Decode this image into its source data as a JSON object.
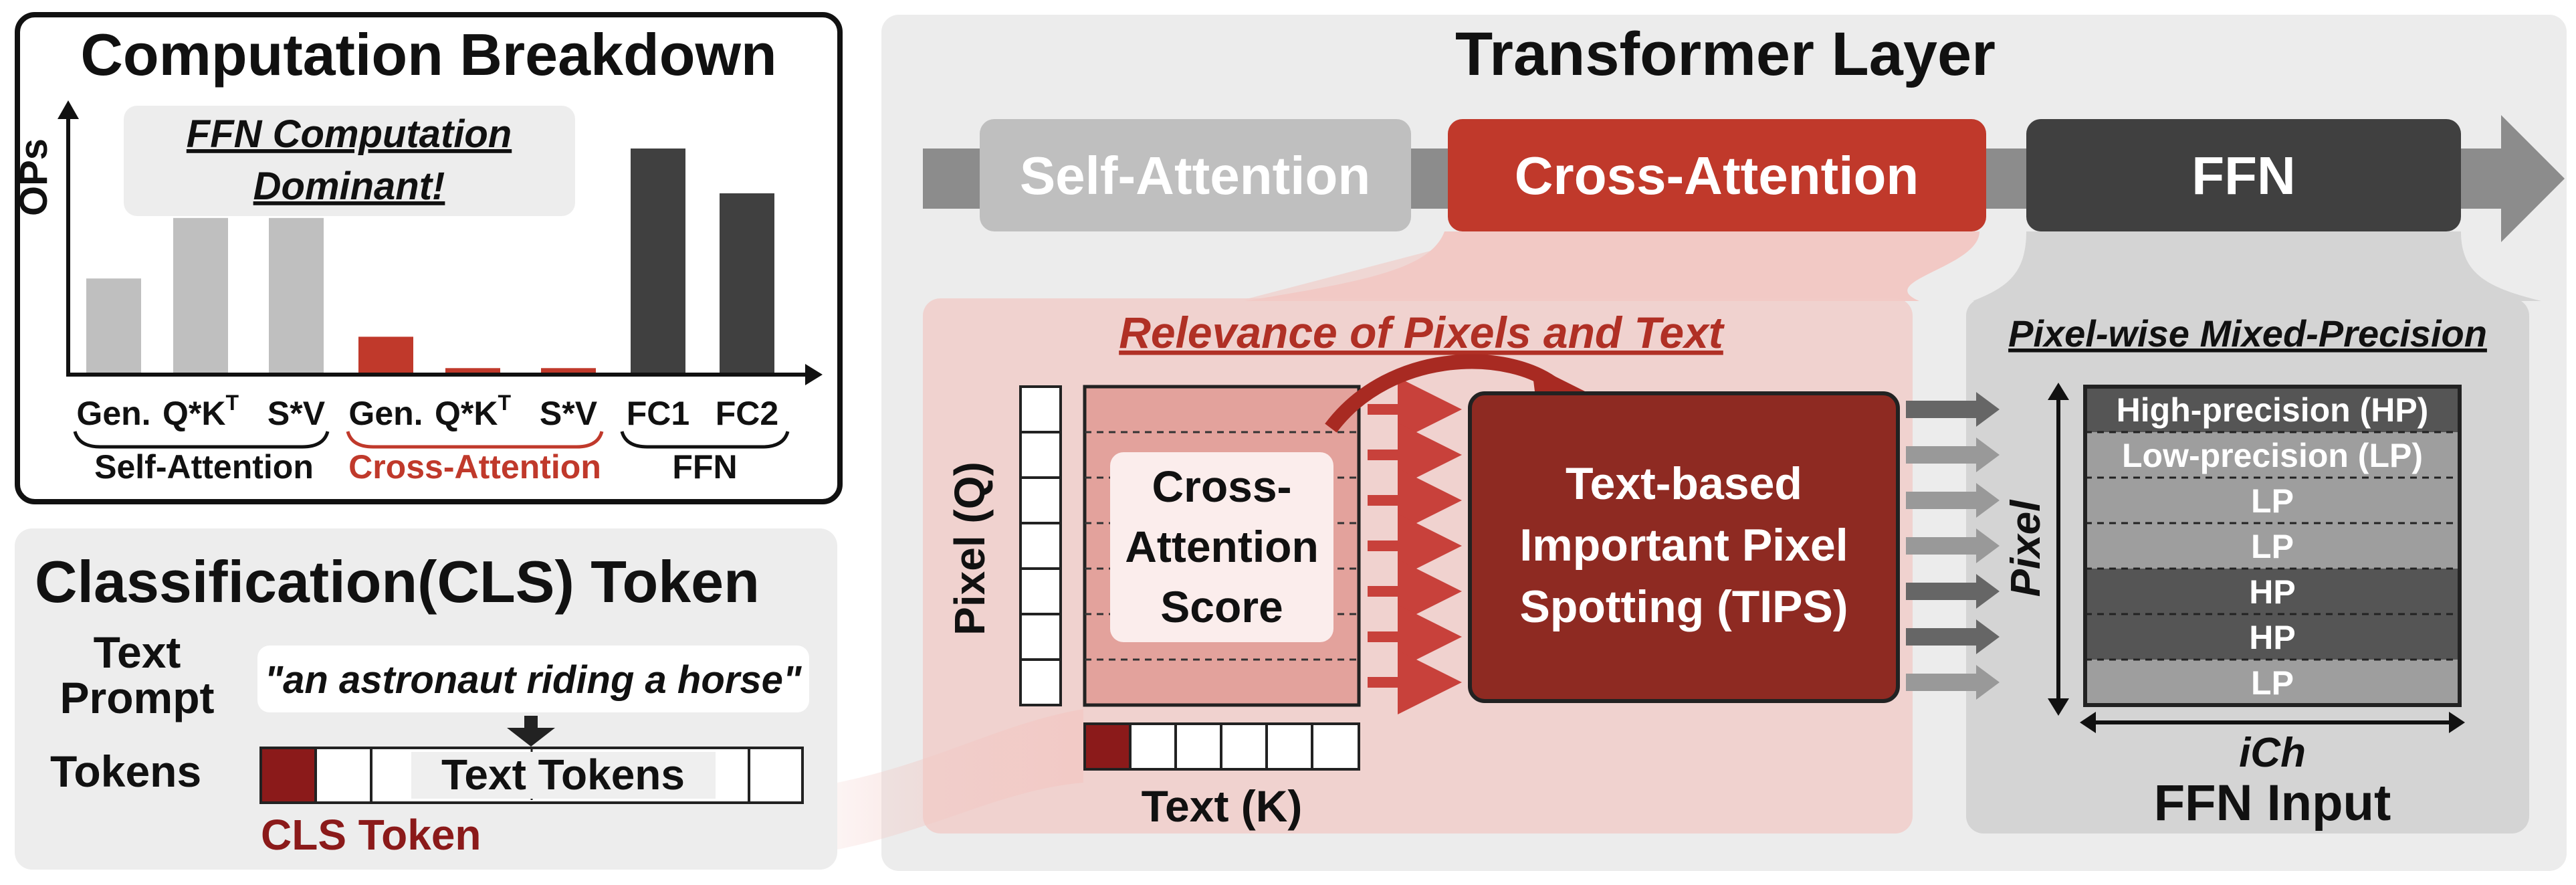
{
  "computation_breakdown": {
    "title": "Computation Breakdown",
    "y_axis_label": "OPs",
    "callout_line1": "FFN Computation",
    "callout_line2": "Dominant!",
    "groups": {
      "self_attention": "Self-Attention",
      "cross_attention": "Cross-Attention",
      "ffn": "FFN"
    },
    "bar_labels": {
      "sa_gen": "Gen.",
      "sa_qk": "Q*K",
      "sa_qk_sup": "T",
      "sa_sv": "S*V",
      "ca_gen": "Gen.",
      "ca_qk": "Q*K",
      "ca_qk_sup": "T",
      "ca_sv": "S*V",
      "fc1": "FC1",
      "fc2": "FC2"
    },
    "colors": {
      "self": "#BFBFBF",
      "cross": "#C0392B",
      "ffn": "#404040"
    }
  },
  "chart_data": {
    "type": "bar",
    "categories": [
      "Gen.",
      "Q*K^T",
      "S*V",
      "Gen.",
      "Q*K^T",
      "S*V",
      "FC1",
      "FC2"
    ],
    "values": [
      0.42,
      0.69,
      0.69,
      0.16,
      0.02,
      0.02,
      1.0,
      0.8
    ],
    "ylabel": "OPs",
    "grid": false
  },
  "cls_token": {
    "title": "Classification(CLS) Token",
    "text_prompt_line1": "Text",
    "text_prompt_line2": "Prompt",
    "prompt": "\"an astronaut riding a horse\"",
    "tokens_label": "Tokens",
    "text_tokens": "Text Tokens",
    "cls_label": "CLS Token"
  },
  "transformer": {
    "title": "Transformer Layer",
    "self_attention": "Self-Attention",
    "cross_attention": "Cross-Attention",
    "ffn": "FFN",
    "relevance_title": "Relevance of Pixels and Text",
    "pixel_q": "Pixel (Q)",
    "score_line1": "Cross-",
    "score_line2": "Attention",
    "score_line3": "Score",
    "text_k": "Text (K)",
    "tips_line1": "Text-based",
    "tips_line2": "Important Pixel",
    "tips_line3": "Spotting (TIPS)"
  },
  "mixed_precision": {
    "title": "Pixel-wise Mixed-Precision",
    "pixel_axis": "Pixel",
    "ich_axis": "iCh",
    "ffn_input": "FFN Input",
    "rows": [
      "High-precision (HP)",
      "Low-precision (LP)",
      "LP",
      "LP",
      "HP",
      "HP",
      "LP"
    ]
  }
}
